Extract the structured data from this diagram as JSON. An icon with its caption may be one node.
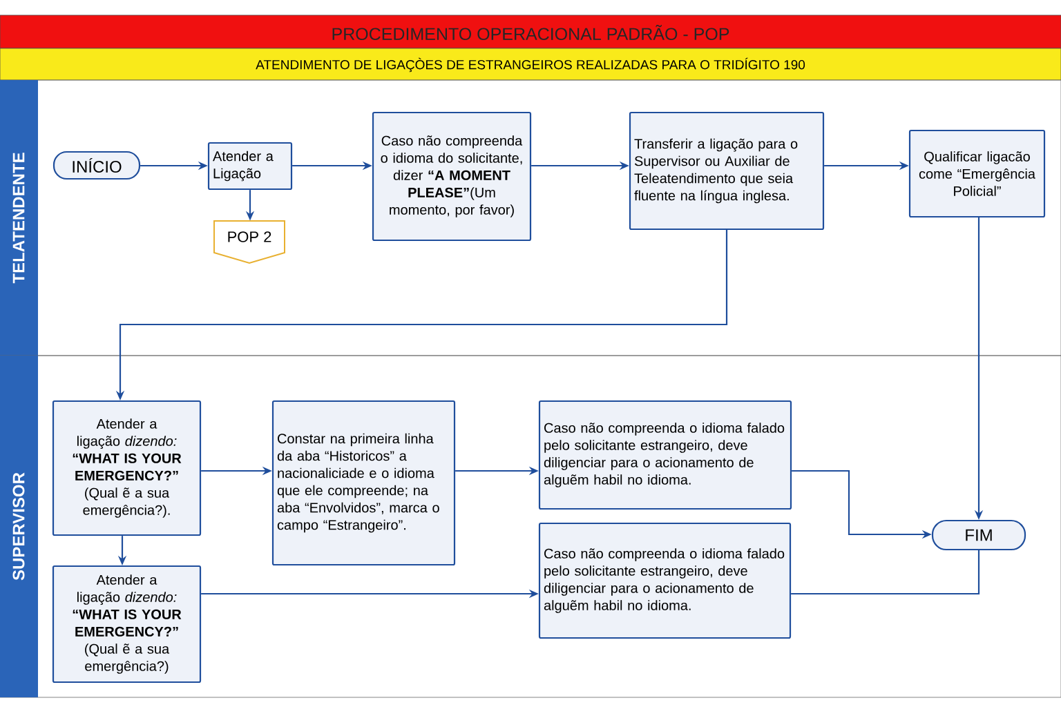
{
  "diagram": {
    "title": "PROCEDIMENTO OPERACIONAL PADRÃO - POP",
    "nodes": [
      {
        "text": [
          "TELATENDENTE"
        ]
      },
      {
        "text": [
          "INÍCIO"
        ],
        "in": 0
      },
      {
        "text": [
          "Atender a Ligação"
        ],
        "in": 0
      },
      {
        "text": [
          "POP 2"
        ],
        "in": 0
      },
      {
        "text": [
          "Caso não compreenda o idioma do solicitante, dizer **“A MOMENT PLEASE”**(Um momento, por favor)"
        ],
        "in": 0
      },
      {
        "text": [
          "Transferir a ligação para o Supervisor ou Auxiliar de Teleatendimento que seia fluente na língua inglesa."
        ],
        "in": 0
      },
      {
        "text": [
          "Qualificar ligacão come “Emergência Policial”"
        ],
        "in": 0
      },
      {
        "text": [
          "SUPERVISOR"
        ]
      },
      {
        "text": [
          "Atender a ligação *dizendo:* **“WHAT IS YOUR EMERGENCY?”** (Qual ẽ a sua emergência?)."
        ],
        "in": 7
      },
      {
        "text": [
          "Constar na primeira linha da aba “Historicos” a nacionaliciade e o idioma que ele compreende; na aba “Envolvidos”, marca o campo “Estrangeiro”."
        ],
        "in": 7
      },
      {
        "text": [
          "Caso não compreenda o idioma falado pelo solicitante estrangeiro, deve diligenciar para o acionamento de alguẽm habil no idioma."
        ],
        "in": 7
      },
      {
        "text": [
          "Atender a ligação *dizendo:* **“WHAT IS YOUR EMERGENCY?”** (Qual ẽ a sua emergência?)"
        ],
        "in": 7
      },
      {
        "text": [
          "Caso não compreenda o idioma falado pelo solicitante estrangeiro, deve diligenciar para o acionamento de alguẽm habil no idioma."
        ],
        "in": 7
      },
      {
        "text": [
          "FIM"
        ],
        "in": 7
      }
    ],
    "edges": [
      {
        "from": 1,
        "to": 2,
        "arrow": "to"
      },
      {
        "from": 2,
        "to": 3,
        "arrow": "to"
      },
      {
        "from": 2,
        "to": 4,
        "arrow": "to"
      },
      {
        "from": 4,
        "to": 5,
        "arrow": "to"
      },
      {
        "from": 5,
        "to": 6,
        "arrow": "to"
      },
      {
        "from": 5,
        "to": 8,
        "arrow": "to"
      },
      {
        "from": 6,
        "to": 13,
        "arrow": "to"
      },
      {
        "from": 8,
        "to": 9,
        "arrow": "to"
      },
      {
        "from": 9,
        "to": 10,
        "arrow": "to"
      },
      {
        "from": 8,
        "to": 11,
        "arrow": "to"
      },
      {
        "from": 11,
        "to": 12,
        "arrow": "to"
      },
      {
        "from": 10,
        "to": 13,
        "arrow": "to"
      },
      {
        "from": 12,
        "to": 13,
        "arrow": "none"
      }
    ],
    "labels": [
      "ATENDIMENTO DE LIGAÇÒES DE ESTRANGEIROS REALIZADAS PARA O  TRIDÍGITO 190"
    ]
  }
}
